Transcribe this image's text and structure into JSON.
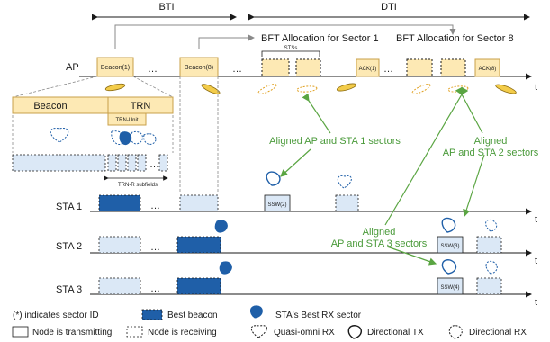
{
  "colors": {
    "frame_yellow": "#fde9b4",
    "frame_yellow_stroke": "#c8a04a",
    "light_blue": "#dbe8f6",
    "dark_blue": "#1f5fa8",
    "green": "#5aa542",
    "green_text": "#4a9a3a",
    "arrow_gray": "#8a8a8a"
  },
  "top": {
    "bti": "BTI",
    "dti": "DTI",
    "bft_sector1": "BFT Allocation for Sector 1",
    "bft_sector8": "BFT Allocation for Sector 8",
    "stss": "STSs"
  },
  "rows": {
    "ap": "AP",
    "sta1": "STA 1",
    "sta2": "STA 2",
    "sta3": "STA 3"
  },
  "time_label": "t",
  "ellipsis": "…",
  "ap_frames": {
    "beacon1": "Beacon(1)",
    "beacon8": "Beacon(8)",
    "ack1": "ACK(1)",
    "ack8": "ACK(8)"
  },
  "zoom": {
    "beacon": "Beacon",
    "trn": "TRN",
    "trn_unit": "TRN-Unit",
    "trn_r_subfields": "TRN-R subfields"
  },
  "ssw": {
    "sta1": "SSW(2)",
    "sta2": "SSW(3)",
    "sta3": "SSW(4)"
  },
  "annotations": {
    "aligned_sta1": "Aligned AP and STA 1 sectors",
    "aligned_sta2_line1": "Aligned",
    "aligned_sta2_line2": "AP and STA 2 sectors",
    "aligned_sta3_line1": "Aligned",
    "aligned_sta3_line2": "AP and STA 3 sectors"
  },
  "legend": {
    "sector_id": "(*) indicates sector ID",
    "best_beacon": "Best beacon",
    "best_rx": "STA's Best RX sector",
    "transmitting": "Node is transmitting",
    "receiving": "Node is receiving",
    "quasi_omni": "Quasi-omni RX",
    "directional_tx": "Directional TX",
    "directional_rx": "Directional RX"
  }
}
